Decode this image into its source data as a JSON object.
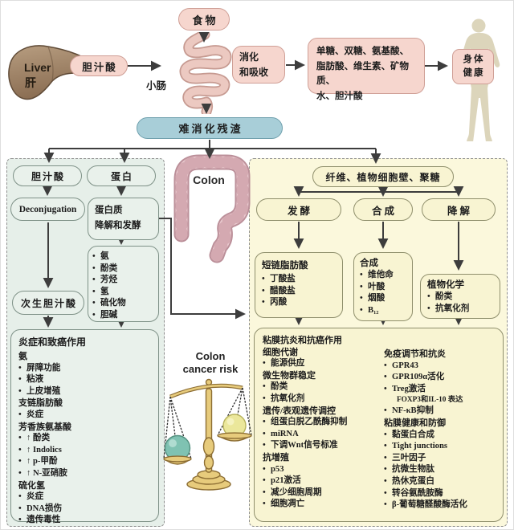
{
  "top": {
    "food_label": "食物",
    "liver_en": "Liver",
    "liver_zh": "肝",
    "bile_acid_label": "胆汁酸",
    "small_intestine_label": "小肠",
    "digestion_lines": [
      "消化",
      "和吸收"
    ],
    "nutrients_lines": [
      "单糖、双糖、氨基酸、",
      "脂肪酸、维生素、矿物质、",
      "水、胆汁酸"
    ],
    "body_health_lines": [
      "身体",
      "健康"
    ],
    "residue_label": "难消化残渣"
  },
  "left_panel": {
    "bile_acid_label": "胆汁酸",
    "protein_label": "蛋白",
    "deconjugation_label": "Deconjugation",
    "protein_degradation_lines": [
      "蛋白质",
      "降解和发酵"
    ],
    "metabolites": [
      "氨",
      "酚类",
      "芳烃",
      "氢",
      "硫化物",
      "胆碱"
    ],
    "secondary_bile_label": "次生胆汁酸",
    "effects_title": "炎症和致癌作用",
    "effects_items": [
      {
        "t": "h",
        "x": "氨"
      },
      {
        "t": "b",
        "x": "屏障功能"
      },
      {
        "t": "b",
        "x": "粘液"
      },
      {
        "t": "b",
        "x": "上皮增殖"
      },
      {
        "t": "h",
        "x": "支链脂肪酸"
      },
      {
        "t": "b",
        "x": "炎症"
      },
      {
        "t": "h",
        "x": "芳香族氨基酸"
      },
      {
        "t": "b",
        "x": "↑ 酚类"
      },
      {
        "t": "b",
        "x": "↑ Indolics"
      },
      {
        "t": "b",
        "x": "↑ p-甲酚"
      },
      {
        "t": "b",
        "x": "↑ N-亚硝胺"
      },
      {
        "t": "h",
        "x": "硫化氢"
      },
      {
        "t": "b",
        "x": "炎症"
      },
      {
        "t": "b",
        "x": "DNA损伤"
      },
      {
        "t": "b",
        "x": "遗传毒性"
      }
    ]
  },
  "middle": {
    "colon_label": "Colon",
    "risk_lines": [
      "Colon",
      "cancer risk"
    ]
  },
  "right_panel": {
    "header_label": "纤维、植物细胞壁、聚糖",
    "branch_ferment": "发酵",
    "branch_synth": "合成",
    "branch_degrade": "降解",
    "scfa_box": {
      "title": "短链脂肪酸",
      "items": [
        "丁酸盐",
        "醋酸盐",
        "丙酸"
      ]
    },
    "synth_box": {
      "title": "合成",
      "items": [
        "维他命",
        "叶酸",
        "烟酸",
        "B₁₂"
      ]
    },
    "phyto_box": {
      "title": "植物化学",
      "items": [
        "酚类",
        "抗氧化剂"
      ]
    },
    "effects_left": [
      {
        "t": "h",
        "x": "粘膜抗炎和抗癌作用"
      },
      {
        "t": "h",
        "x": "细胞代谢"
      },
      {
        "t": "b",
        "x": "能源供应"
      },
      {
        "t": "h",
        "x": "微生物群稳定"
      },
      {
        "t": "b",
        "x": "酚类"
      },
      {
        "t": "b",
        "x": "抗氧化剂"
      },
      {
        "t": "h",
        "x": "遗传/表观遗传调控"
      },
      {
        "t": "b",
        "x": "组蛋白脱乙酰酶抑制"
      },
      {
        "t": "b",
        "x": "miRNA"
      },
      {
        "t": "b",
        "x": "下调Wnt信号标准"
      },
      {
        "t": "h",
        "x": "抗增殖"
      },
      {
        "t": "b",
        "x": "p53"
      },
      {
        "t": "b",
        "x": "p21激活"
      },
      {
        "t": "b",
        "x": "减少细胞周期"
      },
      {
        "t": "b",
        "x": "细胞凋亡"
      }
    ],
    "effects_right": [
      {
        "t": "h",
        "x": "免疫调节和抗炎"
      },
      {
        "t": "b",
        "x": "GPR43"
      },
      {
        "t": "b",
        "x": "GPR109α活化"
      },
      {
        "t": "b",
        "x": "Treg激活"
      },
      {
        "t": "s",
        "x": "FOXP3和IL-10 表达"
      },
      {
        "t": "b",
        "x": "NF-κB抑制"
      },
      {
        "t": "h",
        "x": "粘膜健康和防御"
      },
      {
        "t": "b",
        "x": "黏蛋白合成"
      },
      {
        "t": "b",
        "x": "Tight junctions"
      },
      {
        "t": "b",
        "x": "三叶因子"
      },
      {
        "t": "b",
        "x": "抗微生物肽"
      },
      {
        "t": "b",
        "x": "热休克蛋白"
      },
      {
        "t": "b",
        "x": "转谷氨酰胺酶"
      },
      {
        "t": "b",
        "x": "β-葡萄糖醛酸酶活化"
      }
    ]
  },
  "colors": {
    "pink-fill": "#f6d6ce",
    "pink-border": "#cf9f96",
    "teal-fill": "#a8ced8",
    "teal-border": "#6fa0ad",
    "left-panel-bg": "#e6efe9",
    "left-box-fill": "#e9f1eb",
    "left-box-border": "#7e9187",
    "right-panel-bg": "#fbf8dc",
    "right-box-fill": "#f8f4d2",
    "right-box-border": "#8f8f6c",
    "arrow": "#3d3d3d",
    "scale-gold": "#e7cb7c",
    "ball-teal": "#7fc2b2",
    "ball-yellow": "#ebe79b",
    "liver-brown": "#a98c6d",
    "intestine-pink": "#ecc9c1",
    "human-tan": "#dcd5bb",
    "colon-pink": "#e8c8cd"
  }
}
